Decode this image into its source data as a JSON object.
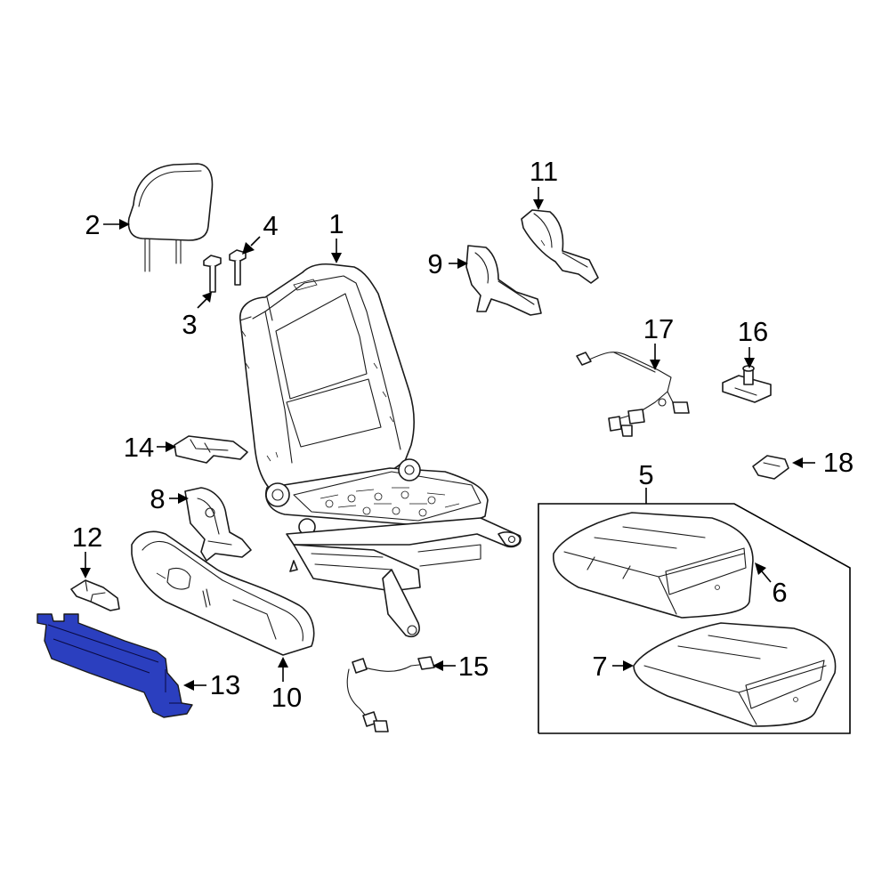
{
  "diagram": {
    "highlight_color": "#2b3fbf",
    "highlighted_part": "13",
    "callouts": [
      {
        "id": "c1",
        "label": "1"
      },
      {
        "id": "c2",
        "label": "2"
      },
      {
        "id": "c3",
        "label": "3"
      },
      {
        "id": "c4",
        "label": "4"
      },
      {
        "id": "c5",
        "label": "5"
      },
      {
        "id": "c6",
        "label": "6"
      },
      {
        "id": "c7",
        "label": "7"
      },
      {
        "id": "c8",
        "label": "8"
      },
      {
        "id": "c9",
        "label": "9"
      },
      {
        "id": "c10",
        "label": "10"
      },
      {
        "id": "c11",
        "label": "11"
      },
      {
        "id": "c12",
        "label": "12"
      },
      {
        "id": "c13",
        "label": "13"
      },
      {
        "id": "c14",
        "label": "14"
      },
      {
        "id": "c15",
        "label": "15"
      },
      {
        "id": "c16",
        "label": "16"
      },
      {
        "id": "c17",
        "label": "17"
      },
      {
        "id": "c18",
        "label": "18"
      }
    ]
  }
}
